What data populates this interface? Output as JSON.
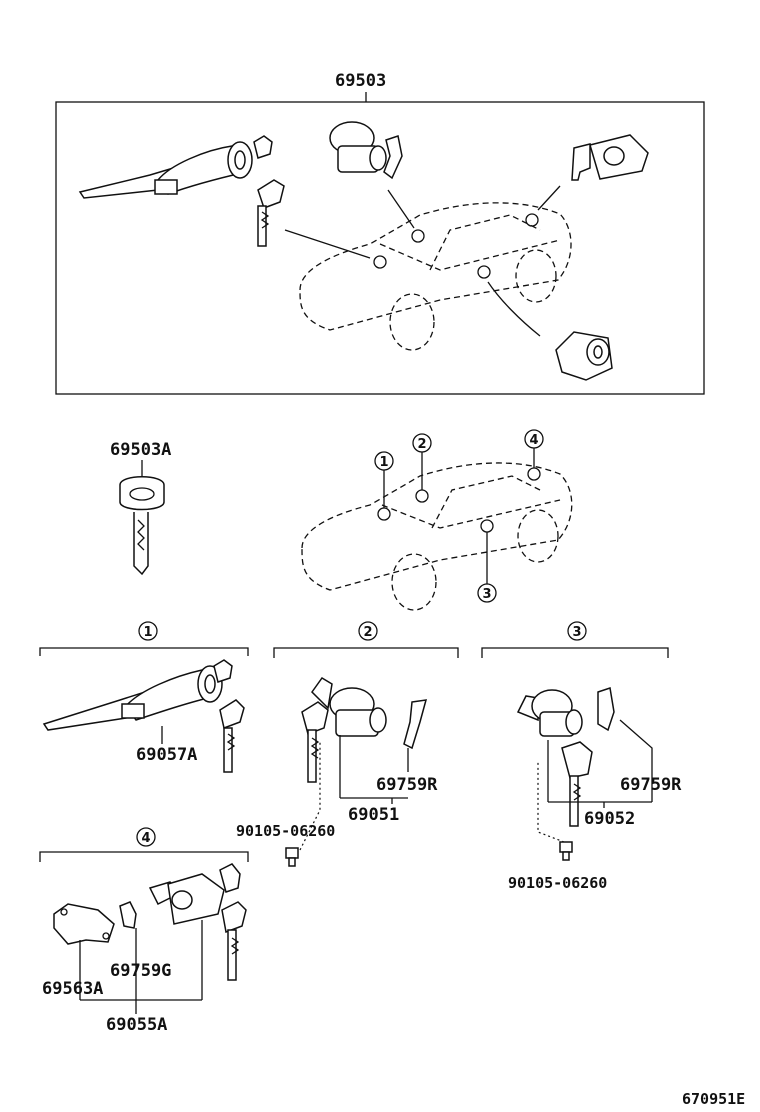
{
  "assembly": {
    "number": "69503"
  },
  "key_blank": {
    "number": "69503A"
  },
  "groups": {
    "g1": {
      "marker": "1",
      "parts": {
        "cylinder": "69057A"
      }
    },
    "g2": {
      "marker": "2",
      "parts": {
        "lever": "69759R",
        "assy": "69051",
        "screw": "90105-06260"
      }
    },
    "g3": {
      "marker": "3",
      "parts": {
        "lever": "69759R",
        "assy": "69052",
        "screw": "90105-06260"
      }
    },
    "g4": {
      "marker": "4",
      "parts": {
        "lever": "69759G",
        "pad": "69563A",
        "assy": "69055A"
      }
    }
  },
  "car_markers": [
    "1",
    "2",
    "3",
    "4"
  ],
  "diagram_code": "670951E"
}
